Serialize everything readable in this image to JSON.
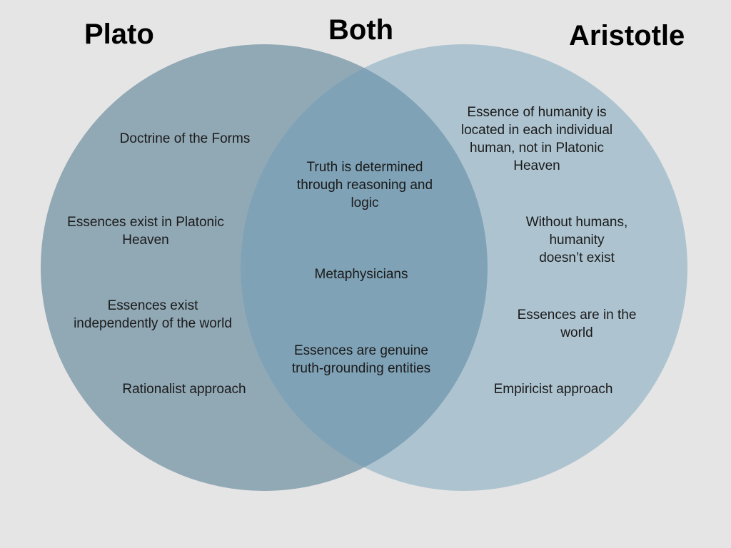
{
  "titles": {
    "left": "Plato",
    "center": "Both",
    "right": "Aristotle"
  },
  "colors": {
    "background": "#e5e5e5",
    "left": "#91a8b5",
    "right": "#adc4d0",
    "overlap": "#7fa2b6"
  },
  "plato": [
    "Doctrine of the Forms",
    "Essences exist in Platonic\nHeaven",
    "Essences exist\nindependently of the world",
    "Rationalist approach"
  ],
  "both": [
    "Truth is determined\nthrough reasoning and\nlogic",
    "Metaphysicians",
    "Essences are genuine\ntruth-grounding entities"
  ],
  "aristotle": [
    "Essence of humanity is\nlocated in each individual\nhuman, not in Platonic\nHeaven",
    "Without humans, humanity\ndoesn’t exist",
    "Essences are in the world",
    "Empiricist approach"
  ]
}
